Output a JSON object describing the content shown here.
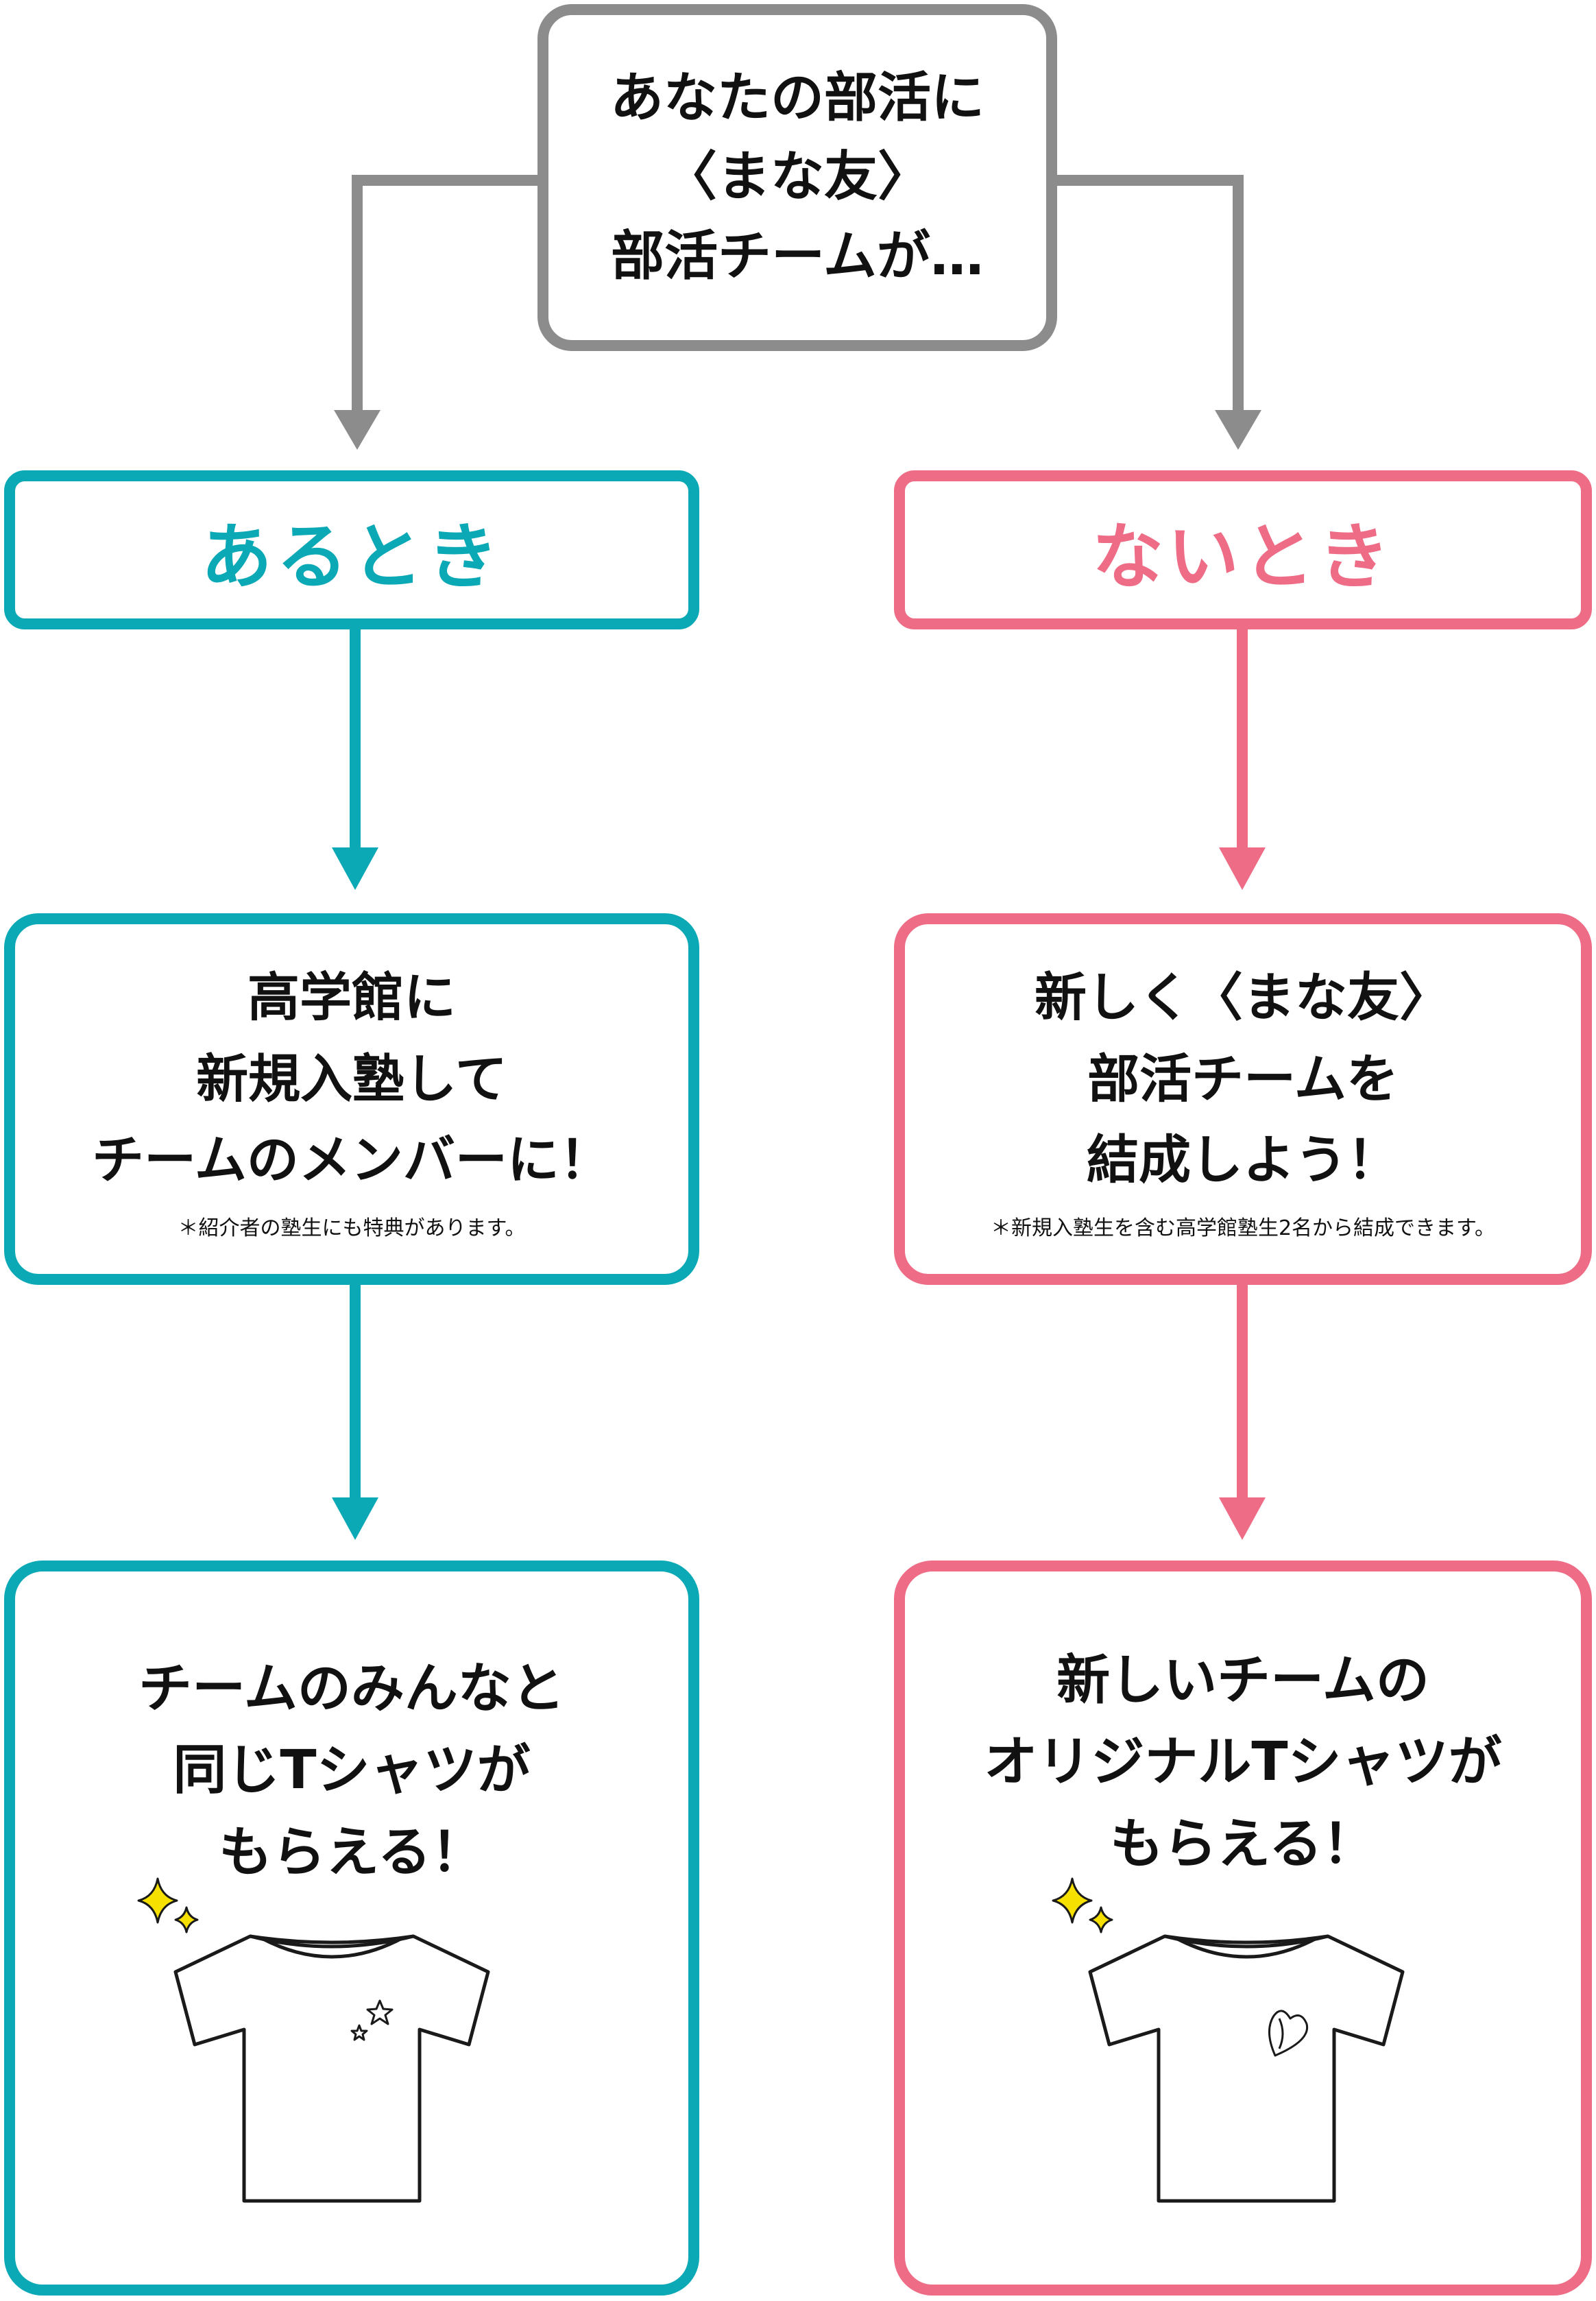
{
  "question": {
    "lines": [
      "あなたの部活に",
      "〈まな友〉",
      "部活チームが…"
    ]
  },
  "branches": {
    "yes": {
      "label": "あるとき",
      "step": {
        "lines": [
          "高学館に",
          "新規入塾して",
          "チームのメンバーに！"
        ],
        "note": "＊紹介者の塾生にも特典があります。"
      },
      "result": {
        "lines": [
          "チームのみんなと",
          "同じTシャツが",
          "もらえる！"
        ]
      }
    },
    "no": {
      "label": "ないとき",
      "step": {
        "lines": [
          "新しく〈まな友〉",
          "部活チームを",
          "結成しよう！"
        ],
        "note": "＊新規入塾生を含む高学館塾生2名から結成できます。"
      },
      "result": {
        "lines": [
          "新しいチームの",
          "オリジナルTシャツが",
          "もらえる！"
        ]
      }
    }
  },
  "colors": {
    "gray": "#8c8c8c",
    "teal": "#0aa9b5",
    "pink": "#ee6c85",
    "sparkle": "#f5e000",
    "outline": "#1a1a1a"
  },
  "icons": {
    "yes_shirt": [
      "sparkle-icon",
      "t-shirt-icon",
      "star-icon"
    ],
    "no_shirt": [
      "sparkle-icon",
      "t-shirt-icon",
      "heart-icon"
    ]
  }
}
